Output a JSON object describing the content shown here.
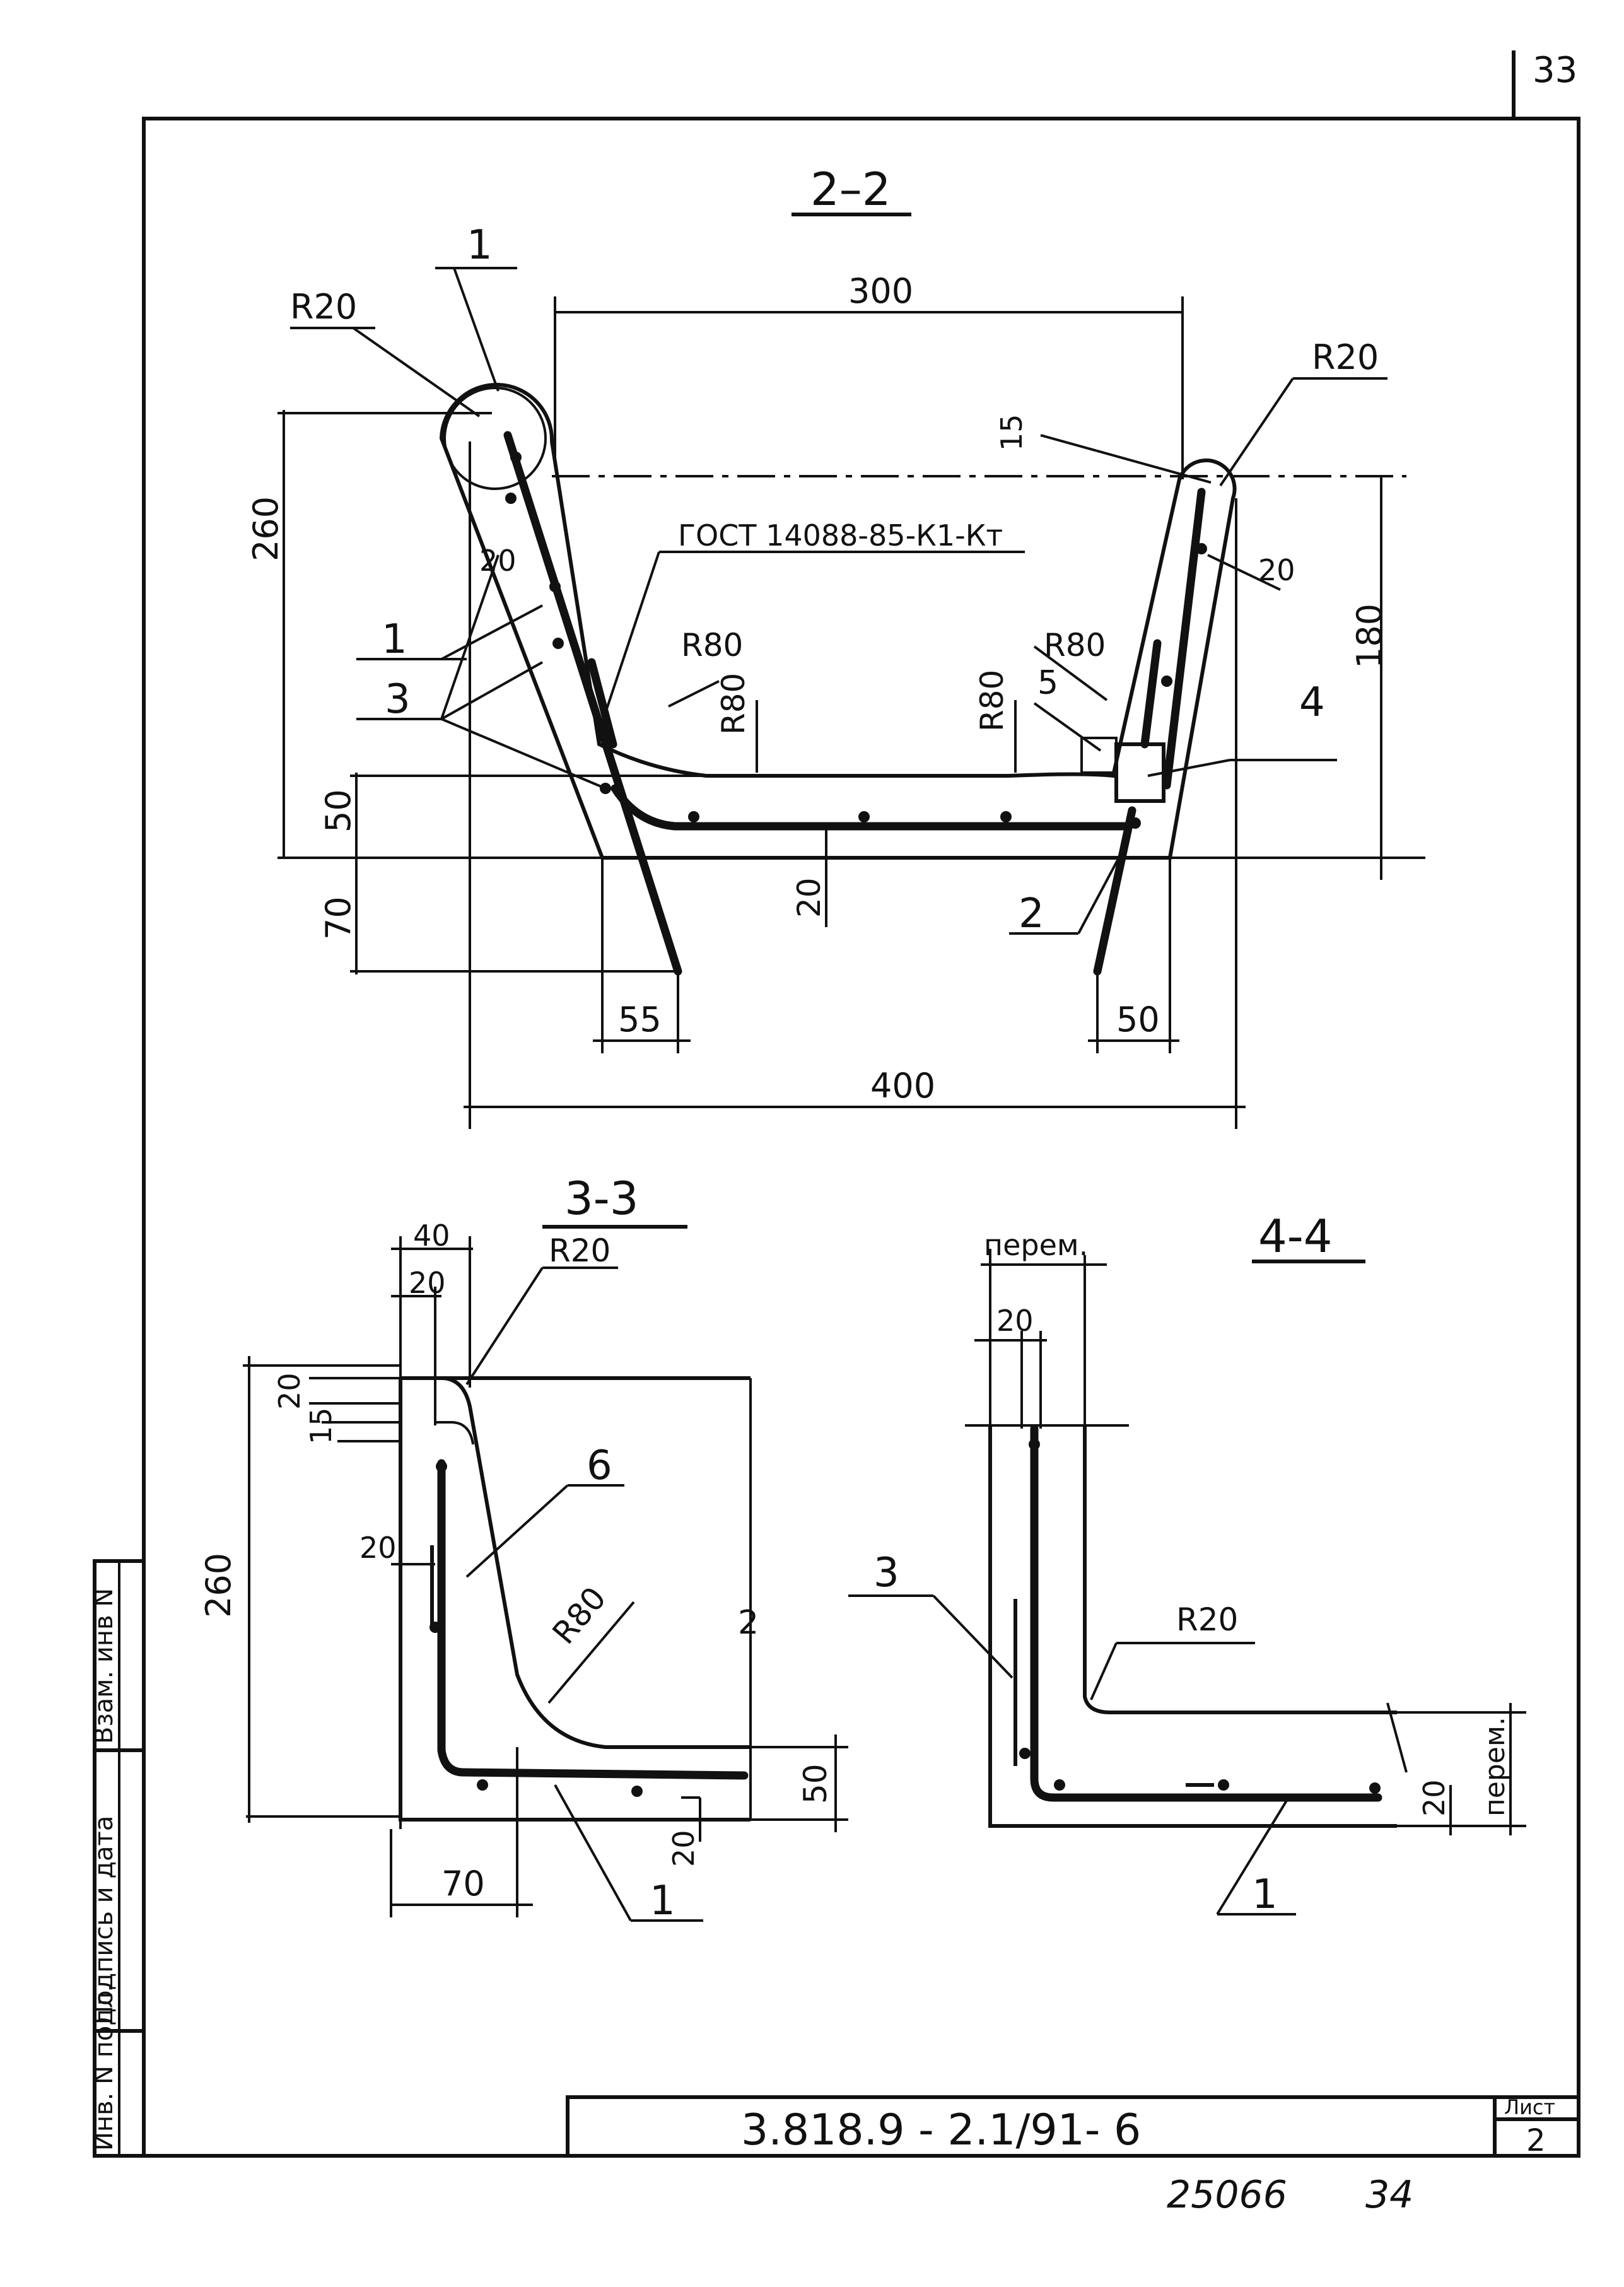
{
  "sheet_number_top": "33",
  "sections": {
    "s22": {
      "title": "2–2",
      "dims": [
        "300",
        "260",
        "180",
        "50",
        "70",
        "20",
        "55",
        "50",
        "400",
        "15",
        "20",
        "20"
      ],
      "radii": [
        "R20",
        "R20",
        "R80",
        "R80",
        "R80",
        "R80"
      ],
      "callouts": [
        "1",
        "1",
        "3",
        "5",
        "4",
        "2"
      ],
      "gost": "ГОСТ 14088-85-К1-Кт"
    },
    "s33": {
      "title": "3-3",
      "dims": [
        "40",
        "20",
        "20",
        "15",
        "20",
        "260",
        "50",
        "20",
        "70"
      ],
      "radii": [
        "R20",
        "R80"
      ],
      "callouts": [
        "6",
        "1"
      ]
    },
    "s44": {
      "title": "4-4",
      "dims": [
        "перем.",
        "20",
        "20",
        "перем."
      ],
      "radii": [
        "R20"
      ],
      "callouts": [
        "3",
        "1"
      ]
    }
  },
  "side_stamp": {
    "col1": "Инв. N подл.",
    "col2": "Подпись и дата",
    "col3": "Взам. инв N"
  },
  "title_block": {
    "code": "3.818.9 - 2.1/91- 6",
    "sheet_label": "Лист",
    "sheet_value": "2"
  },
  "footer": {
    "archive_number": "25066",
    "page": "34"
  }
}
